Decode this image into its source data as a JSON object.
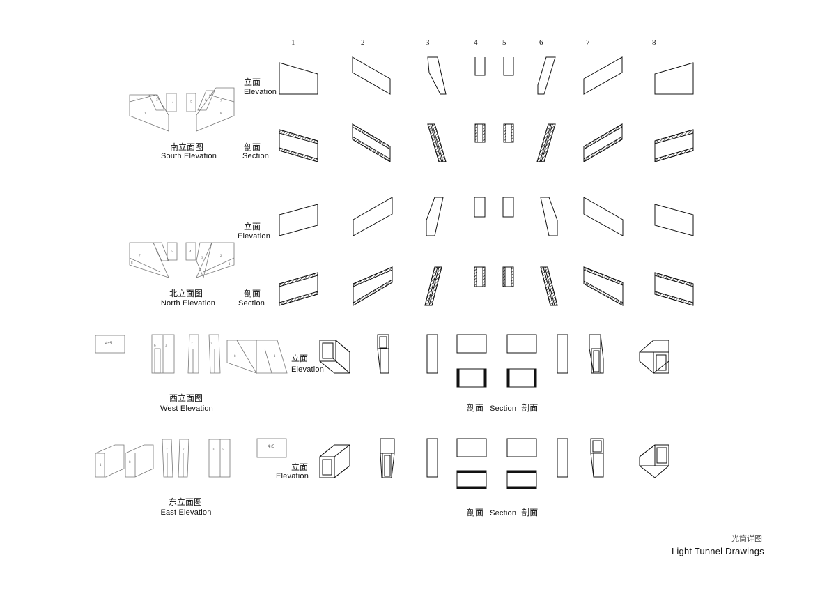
{
  "columns": [
    "1",
    "2",
    "3",
    "4",
    "5",
    "6",
    "7",
    "8"
  ],
  "rows": {
    "elevation_zh": "立面",
    "elevation_en": "Elevation",
    "section_zh": "剖面",
    "section_en": "Section"
  },
  "south": {
    "zh": "南立面图",
    "en": "South Elevation",
    "parts": [
      "1",
      "2",
      "3",
      "4",
      "5",
      "6",
      "7",
      "8"
    ]
  },
  "north": {
    "zh": "北立面图",
    "en": "North Elevation",
    "parts": [
      "7",
      "6",
      "5",
      "4",
      "3",
      "2",
      "8",
      "1"
    ]
  },
  "west": {
    "zh": "西立面图",
    "en": "West Elevation",
    "box": "4+5",
    "parts": [
      "6",
      "3",
      "2",
      "7",
      "8",
      "1"
    ]
  },
  "east": {
    "zh": "东立面图",
    "en": "East Elevation",
    "box": "4+5",
    "parts": [
      "1",
      "8",
      "2",
      "7",
      "3",
      "6"
    ]
  },
  "section_caption": {
    "left": "剖面",
    "mid": "Section",
    "right": "剖面"
  },
  "footer": {
    "zh": "光筒详图",
    "en": "Light Tunnel Drawings"
  }
}
